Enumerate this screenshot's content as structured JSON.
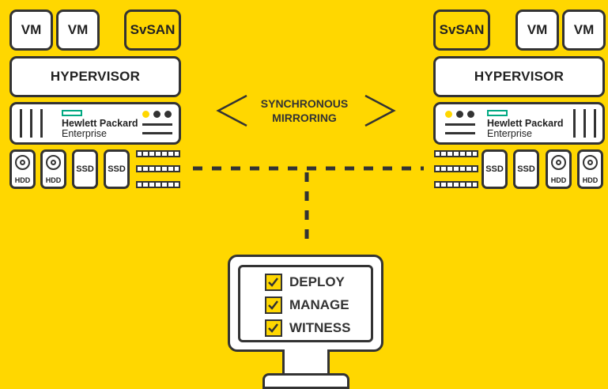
{
  "colors": {
    "background": "#FFD700",
    "stroke": "#333333",
    "hpe_green": "#01A982"
  },
  "left_host": {
    "vms": [
      "VM",
      "VM"
    ],
    "svsan": "SvSAN",
    "hypervisor": "HYPERVISOR",
    "server_logo": {
      "line1": "Hewlett Packard",
      "line2": "Enterprise"
    },
    "disks": [
      "HDD",
      "HDD",
      "SSD",
      "SSD"
    ]
  },
  "right_host": {
    "svsan": "SvSAN",
    "vms": [
      "VM",
      "VM"
    ],
    "hypervisor": "HYPERVISOR",
    "server_logo": {
      "line1": "Hewlett Packard",
      "line2": "Enterprise"
    },
    "disks": [
      "SSD",
      "SSD",
      "HDD",
      "HDD"
    ]
  },
  "mirroring": {
    "line1": "SYNCHRONOUS",
    "line2": "MIRRORING"
  },
  "monitor": {
    "items": [
      "DEPLOY",
      "MANAGE",
      "WITNESS"
    ]
  },
  "icons": [
    "hard-drive-icon",
    "memory-module-icon",
    "checkbox-checked-icon",
    "server-icon",
    "monitor-icon"
  ]
}
